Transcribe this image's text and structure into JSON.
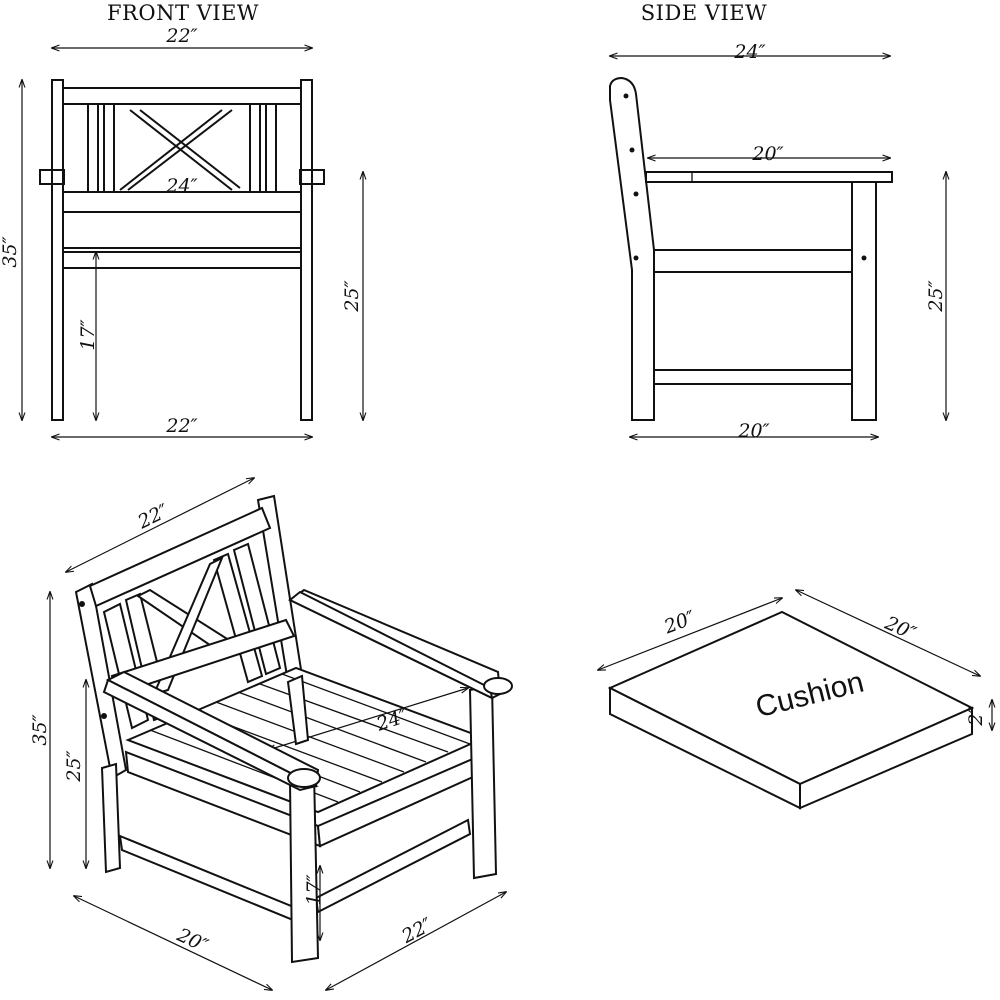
{
  "front_view": {
    "title": "FRONT VIEW",
    "dims": {
      "top_width": "22″",
      "back_width": "24″",
      "height_total": "35″",
      "seat_height": "17″",
      "arm_height": "25″",
      "bottom_width": "22″"
    }
  },
  "side_view": {
    "title": "SIDE VIEW",
    "dims": {
      "top_depth": "24″",
      "arm_depth": "20″",
      "arm_height": "25″",
      "bottom_depth": "20″"
    }
  },
  "iso_view": {
    "dims": {
      "top_width": "22″",
      "height_total": "35″",
      "arm_height": "25″",
      "seat_diag": "24″",
      "seat_height": "17″",
      "depth": "20″",
      "width": "22″"
    }
  },
  "cushion": {
    "label": "Cushion",
    "dims": {
      "left": "20″",
      "right": "20″",
      "thickness": "2″"
    }
  },
  "colors": {
    "line": "#111111",
    "background": "#ffffff"
  }
}
